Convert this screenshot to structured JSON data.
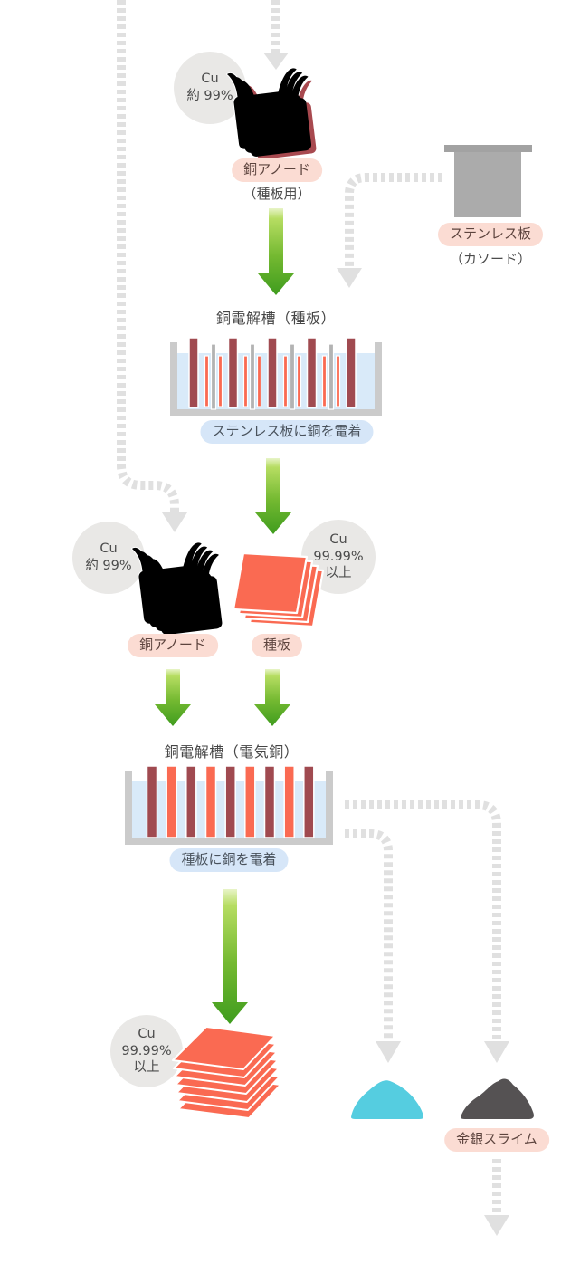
{
  "stage1": {
    "anode_badge": {
      "line1": "Cu",
      "line2": "約 99%"
    },
    "anode_label": "銅アノード",
    "anode_sublabel": "（種板用）",
    "stainless_label": "ステンレス板",
    "stainless_sublabel": "（カソード）",
    "tank_title": "銅電解槽（種板）",
    "tank_caption": "ステンレス板に銅を電着"
  },
  "stage2": {
    "anode_badge": {
      "line1": "Cu",
      "line2": "約 99%"
    },
    "anode_label": "銅アノード",
    "seed_badge": {
      "line1": "Cu",
      "line2": "99.99%",
      "line3": "以上"
    },
    "seed_label": "種板",
    "tank_title": "銅電解槽（電気銅）",
    "tank_caption": "種板に銅を電着"
  },
  "stage3": {
    "copper_badge": {
      "line1": "Cu",
      "line2": "99.99%",
      "line3": "以上"
    },
    "slime_label": "金銀スライム"
  },
  "colors": {
    "anode_red": "#a8494f",
    "copper_orange": "#fa6a52",
    "green_arrow_light": "#e8f4c8",
    "green_arrow_dark": "#3f9c1e",
    "dashed_gray": "#e0e0e0",
    "badge_gray": "#e9e8e6",
    "pink_pill_bg": "#fbdcd3",
    "blue_pill_bg": "#d6e6f8",
    "liquid_blue": "#d9eaf9",
    "tank_gray": "#cbcbcb",
    "stainless_gray": "#ababab",
    "cyan_pile": "#55cde0",
    "dark_pile": "#555253"
  }
}
